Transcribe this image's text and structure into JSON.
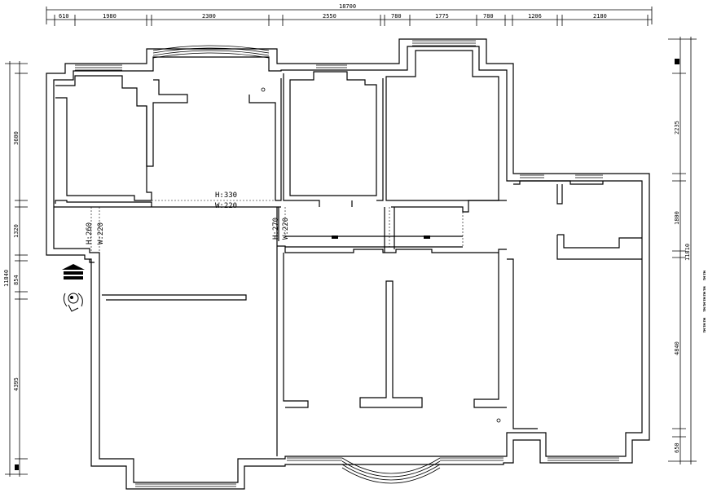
{
  "drawing": {
    "overall_width": "18700",
    "overall_height_left": "11840",
    "overall_height_right": "11810",
    "top_dims": [
      "610",
      "1980",
      "2300",
      "2550",
      "780",
      "1775",
      "780",
      "1206",
      "2180"
    ],
    "left_dims": [
      "3600",
      "1320",
      "854",
      "4395"
    ],
    "right_dims": [
      "2235",
      "1800",
      "4840",
      "650"
    ],
    "openings": {
      "upper_corridor_h": "H:330",
      "upper_corridor_w": "W:220",
      "left_door_h": "H:260",
      "left_door_w": "W:220",
      "mid_door_h": "H:270",
      "mid_door_w": "W:220"
    },
    "side_title": "™™™ ™™™™™ ™™"
  }
}
